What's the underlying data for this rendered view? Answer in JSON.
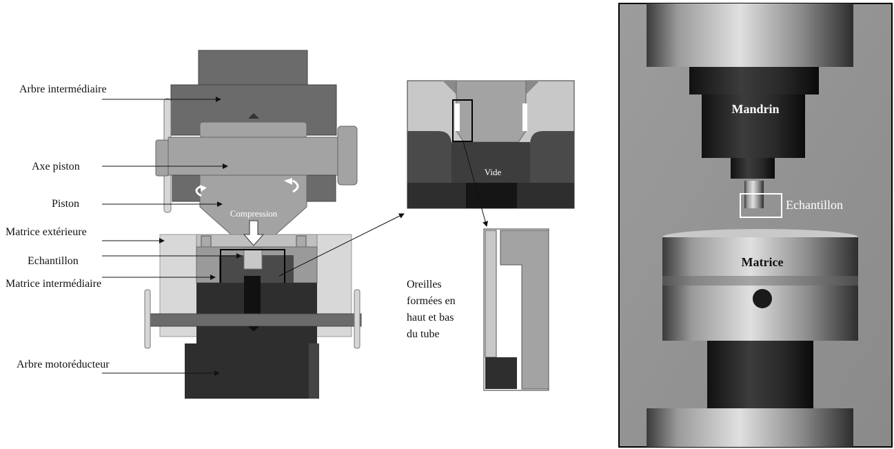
{
  "assembly_labels": {
    "arbre_intermediaire": "Arbre intermédiaire",
    "axe_piston": "Axe piston",
    "piston": "Piston",
    "matrice_exterieure": "Matrice extérieure",
    "echantillon": "Echantillon",
    "matrice_intermediaire": "Matrice intermédiaire",
    "arbre_motoreducteur": "Arbre motoréducteur",
    "compression": "Compression"
  },
  "detail_labels": {
    "vide": "Vide",
    "oreilles": [
      "Oreilles",
      "formées en",
      "haut et bas",
      "du tube"
    ]
  },
  "photo_labels": {
    "mandrin": "Mandrin",
    "echantillon": "Echantillon",
    "matrice": "Matrice"
  },
  "colors": {
    "light_gray": "#c8c8c8",
    "mid_gray": "#a3a3a3",
    "dark_gray": "#6b6b6b",
    "very_dark": "#2e2e2e",
    "black": "#1a1a1a"
  }
}
